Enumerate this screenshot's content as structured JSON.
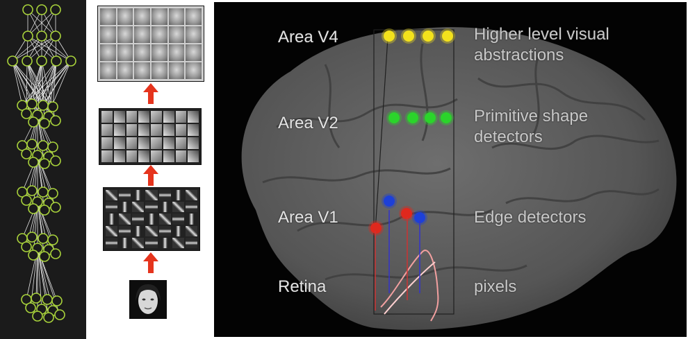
{
  "areas": [
    {
      "label": "Area V4",
      "description": "Higher level visual abstractions",
      "dot_color": "#f3e21c"
    },
    {
      "label": "Area V2",
      "description": "Primitive shape detectors",
      "dot_color": "#2bd42b"
    },
    {
      "label": "Area V1",
      "description": "Edge detectors",
      "dot_colors": [
        "#e0281d",
        "#1d40d8"
      ]
    },
    {
      "label": "Retina",
      "description": "pixels"
    }
  ],
  "colors": {
    "network_node": "#a9d33b",
    "arrow": "#e5341d",
    "brain": "#5b5b5b"
  },
  "icons": {
    "arrow_up": "arrow-up-icon"
  }
}
